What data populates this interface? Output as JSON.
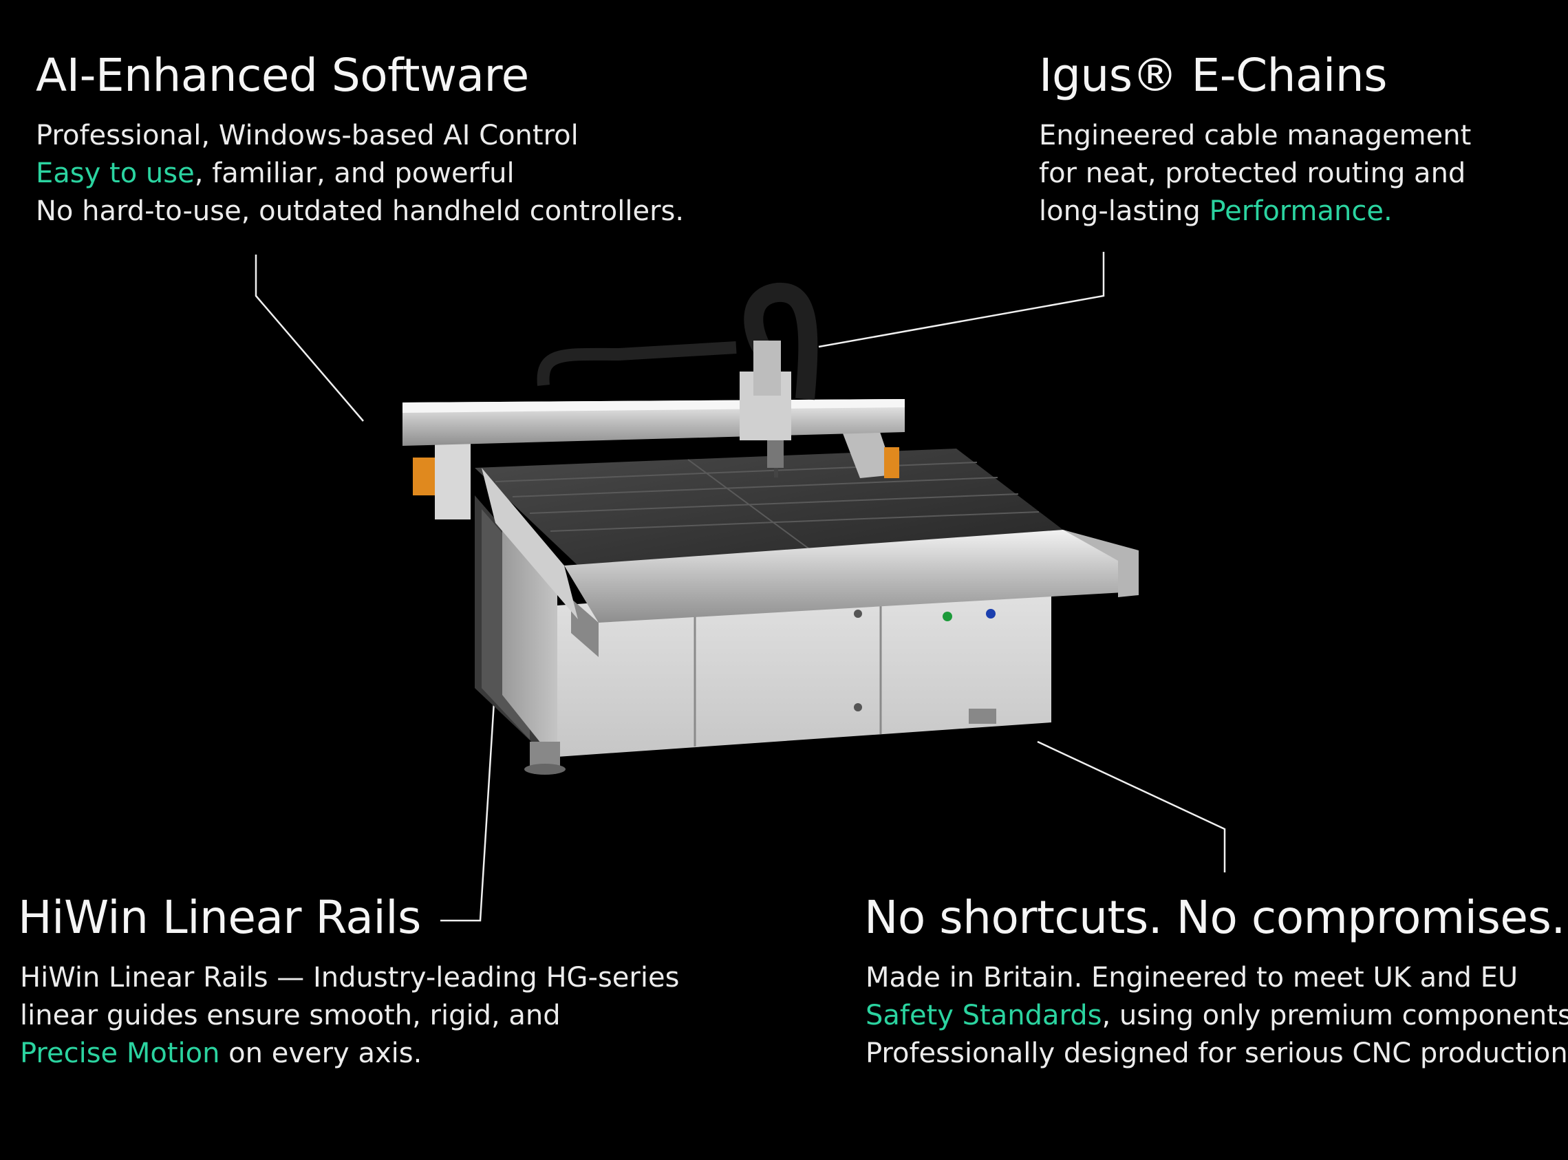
{
  "features": {
    "ai_software": {
      "title": "AI-Enhanced Software",
      "line1": "Professional, Windows-based AI Control",
      "line2_highlight": "Easy to use",
      "line2_rest": ", familiar, and powerful",
      "line3": "No hard-to-use, outdated handheld controllers."
    },
    "echains": {
      "title": "Igus® E-Chains",
      "line1": "Engineered cable management",
      "line2": "for neat, protected routing and",
      "line3_start": "long-lasting ",
      "line3_highlight": "Performance."
    },
    "linear_rails": {
      "title": "HiWin Linear Rails",
      "line1": "HiWin Linear Rails — Industry-leading HG-series",
      "line2": "linear guides ensure smooth, rigid, and",
      "line3_highlight": "Precise Motion",
      "line3_rest": " on every axis."
    },
    "no_shortcuts": {
      "title": "No shortcuts. No compromises.",
      "line1": "Made in Britain. Engineered to meet UK and EU",
      "line2_highlight": "Safety Standards",
      "line2_rest": ", using only premium components.",
      "line3": "Professionally designed for serious CNC production."
    }
  },
  "colors": {
    "background": "#000000",
    "text": "#f2f2f2",
    "highlight": "#2bd4a0"
  }
}
